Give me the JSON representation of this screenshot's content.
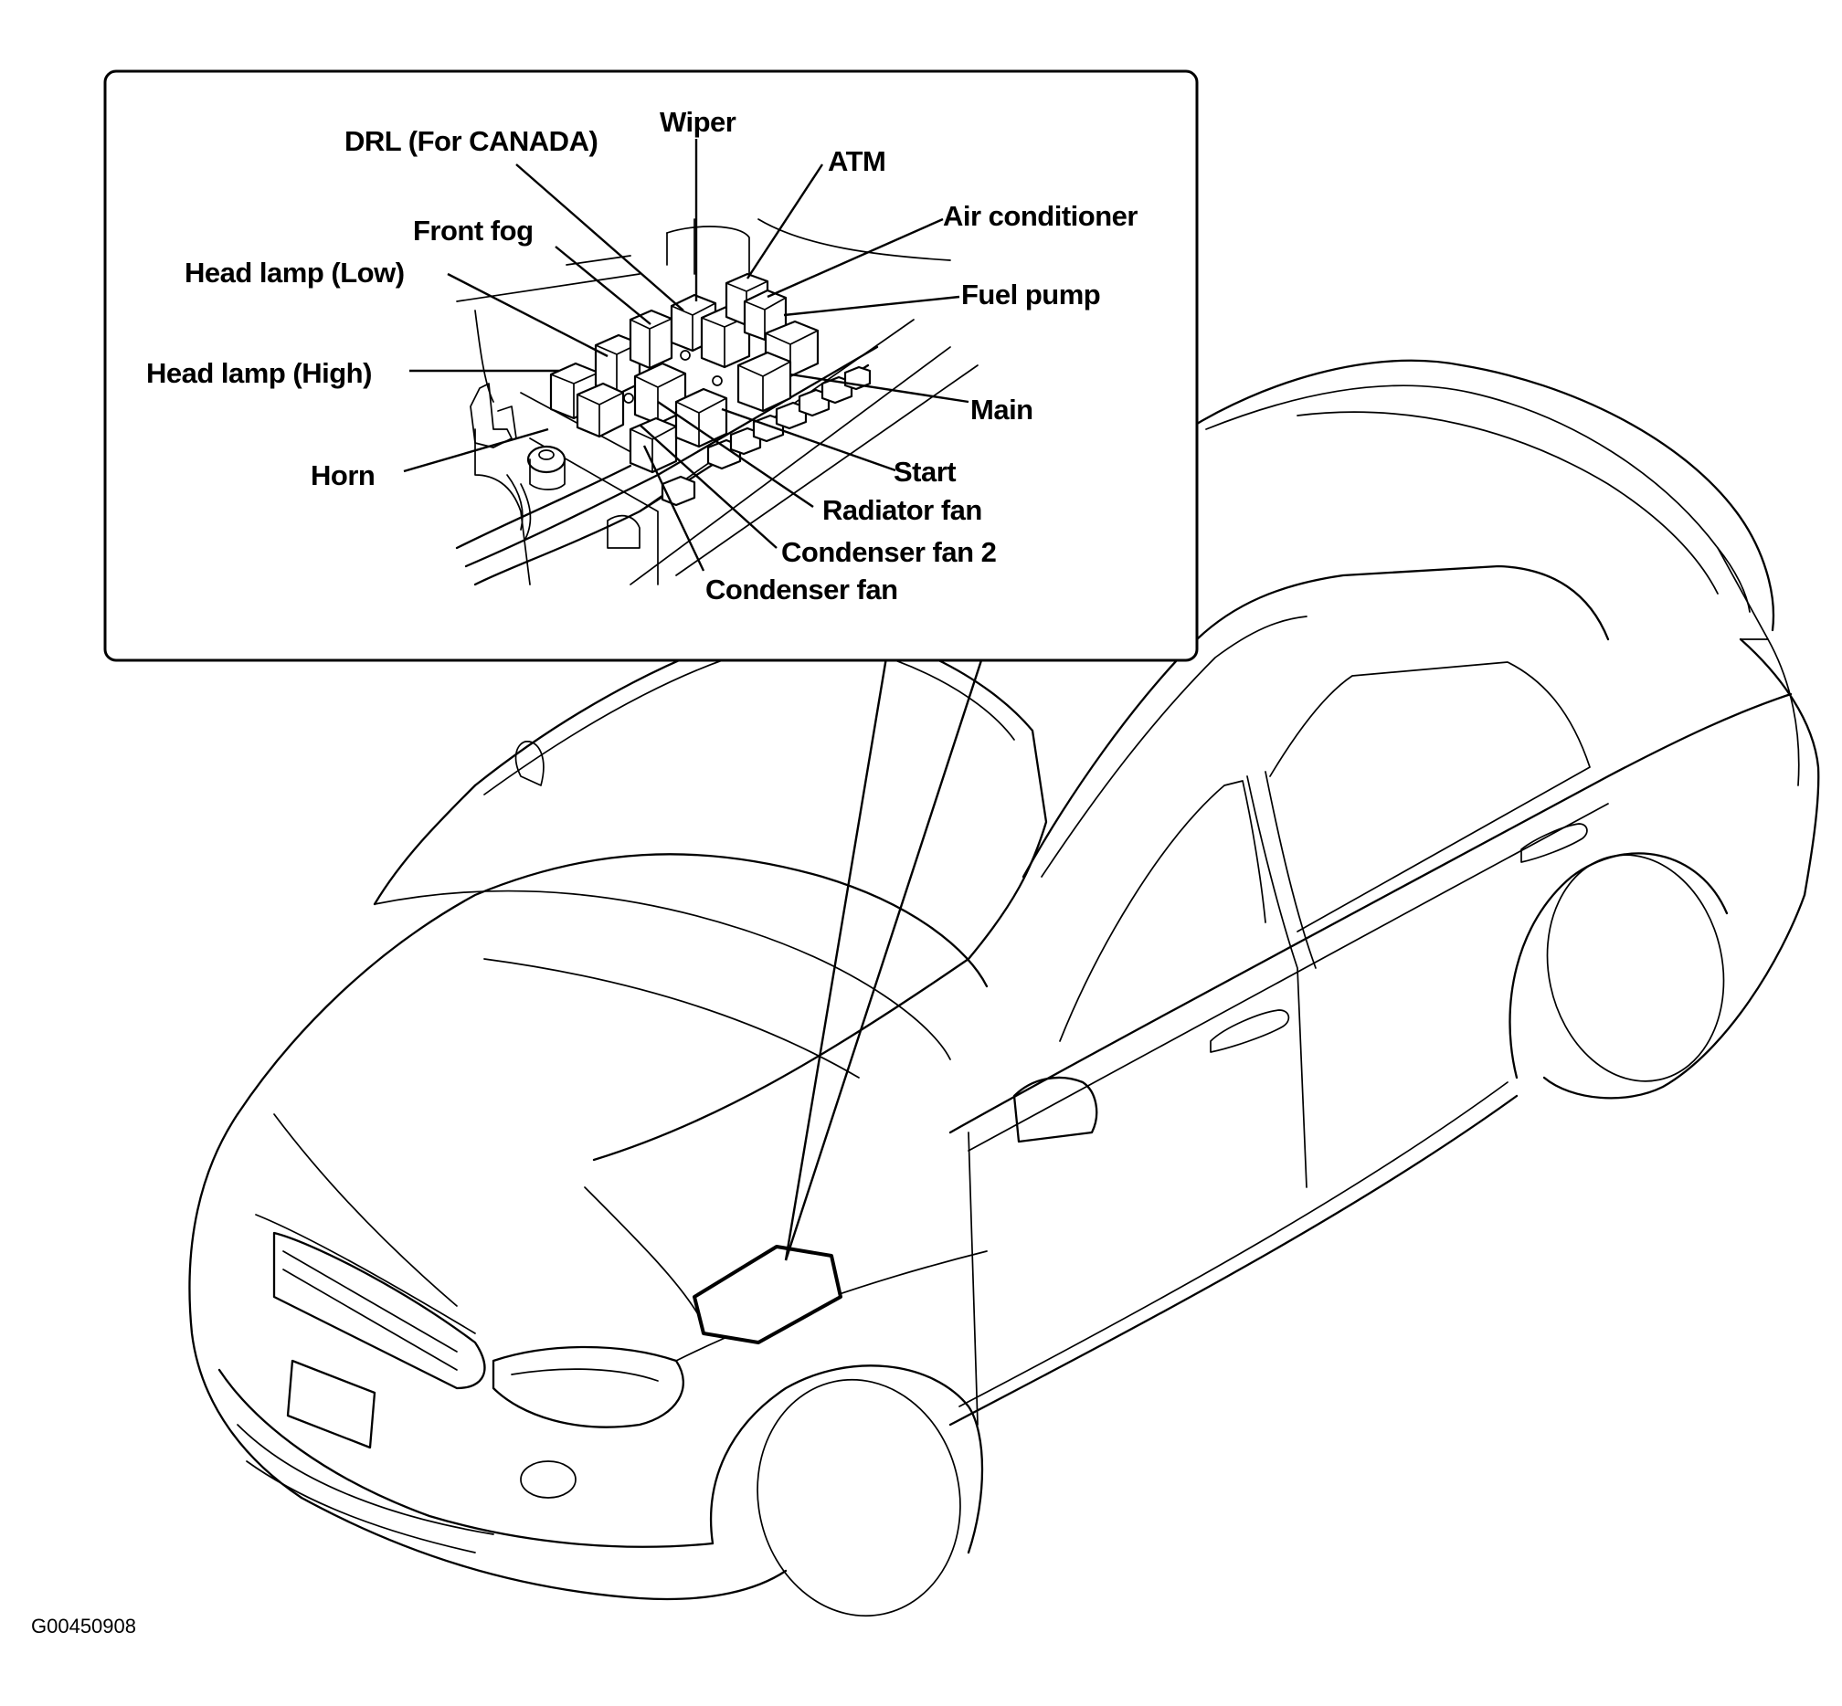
{
  "figure_code": "G00450908",
  "labels": {
    "drl": "DRL (For CANADA)",
    "wiper": "Wiper",
    "atm": "ATM",
    "air_conditioner": "Air conditioner",
    "fuel_pump": "Fuel pump",
    "front_fog": "Front  fog",
    "head_lamp_low": "Head lamp (Low)",
    "head_lamp_high": "Head lamp (High)",
    "horn": "Horn",
    "main": "Main",
    "start": "Start",
    "radiator_fan": "Radiator fan",
    "condenser_fan_2": "Condenser fan 2",
    "condenser_fan": "Condenser fan"
  },
  "colors": {
    "line": "#000000",
    "background": "#ffffff"
  }
}
